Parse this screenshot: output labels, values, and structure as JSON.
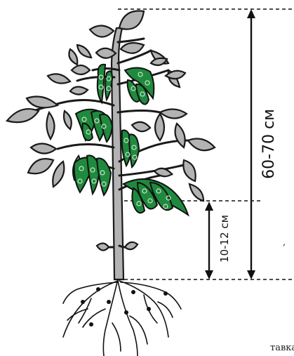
{
  "measurements": {
    "total_height_label": "60-70 см",
    "first_pod_height_label": "10-12 см"
  },
  "margin_text": {
    "comma": ",",
    "partial_word": "тавка"
  },
  "colors": {
    "leaf_fill": "#b3b3b3",
    "pod_fill": "#1f8a3e",
    "stem_fill": "#b3b3b3",
    "outline": "#1a1a1a"
  }
}
